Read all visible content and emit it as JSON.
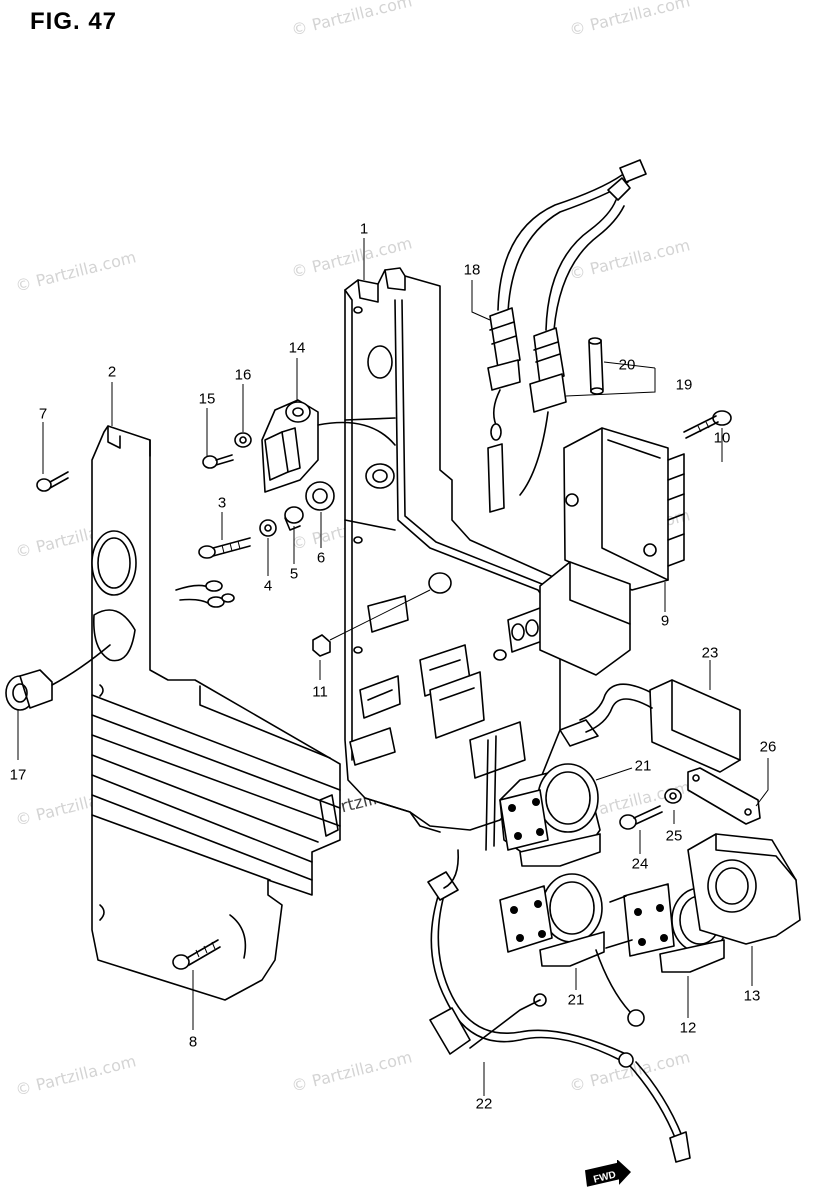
{
  "figure": {
    "title": "FIG. 47"
  },
  "watermark": "© Partzilla.com",
  "callouts": [
    "1",
    "2",
    "3",
    "4",
    "5",
    "6",
    "7",
    "8",
    "9",
    "10",
    "11",
    "12",
    "13",
    "14",
    "15",
    "16",
    "17",
    "18",
    "19",
    "20",
    "21",
    "21",
    "22",
    "23",
    "24",
    "25",
    "26"
  ],
  "direction_label": "FWD"
}
